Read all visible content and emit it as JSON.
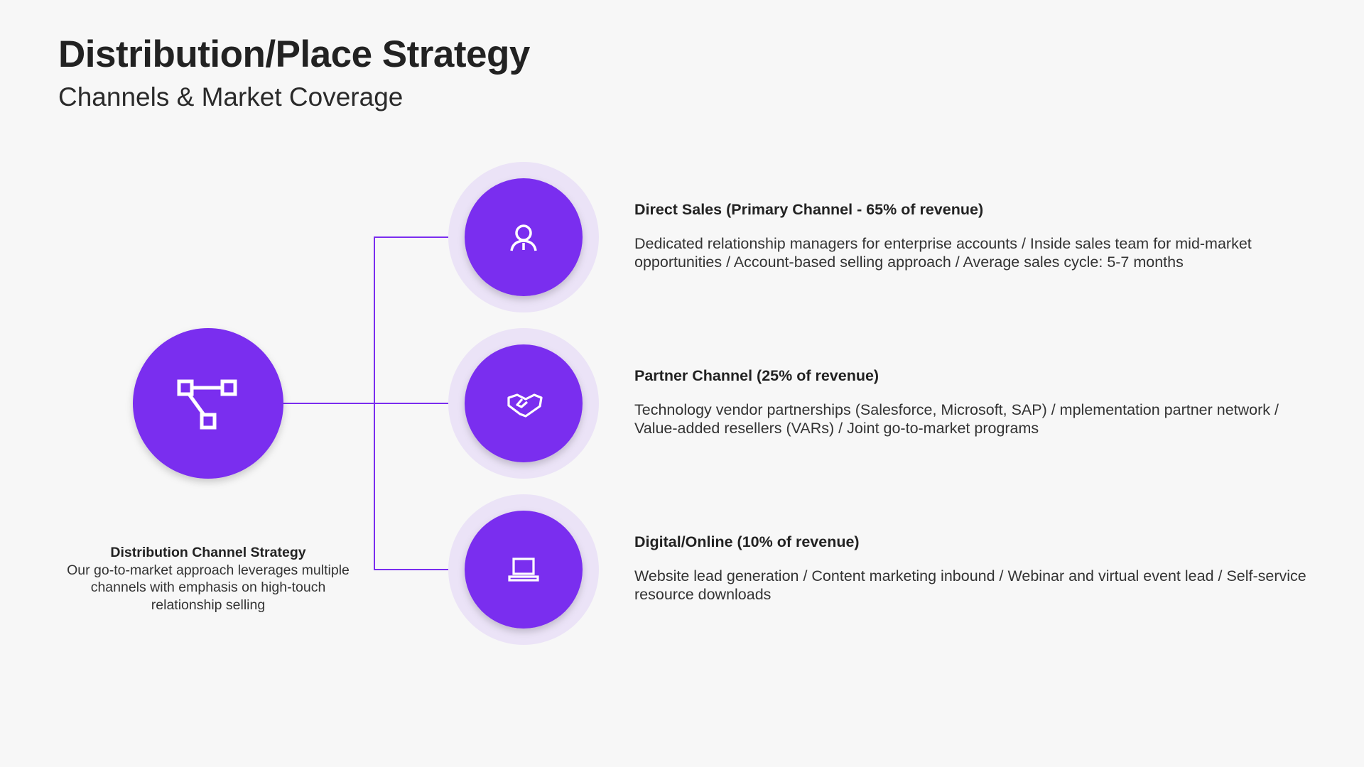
{
  "header": {
    "title": "Distribution/Place Strategy",
    "subtitle": "Channels & Market Coverage"
  },
  "colors": {
    "accent": "#7a2def",
    "halo": "#ebe3f7",
    "background": "#f7f7f7"
  },
  "hub": {
    "icon": "network-nodes-icon",
    "title": "Distribution Channel Strategy",
    "description": "Our go-to-market approach leverages multiple channels with emphasis on high-touch relationship selling"
  },
  "channels": [
    {
      "icon": "person-tie-icon",
      "title": "Direct Sales (Primary Channel - 65% of revenue)",
      "description": "Dedicated relationship managers for enterprise accounts / Inside sales team for mid-market opportunities / Account-based selling approach / Average sales cycle: 5-7 months"
    },
    {
      "icon": "handshake-icon",
      "title": "Partner Channel (25% of revenue)",
      "description": "Technology vendor partnerships (Salesforce, Microsoft, SAP) / mplementation partner network / Value-added resellers (VARs) / Joint go-to-market programs"
    },
    {
      "icon": "laptop-icon",
      "title": "Digital/Online (10% of revenue)",
      "description": "Website lead generation / Content marketing inbound / Webinar and virtual event lead / Self-service resource downloads"
    }
  ]
}
